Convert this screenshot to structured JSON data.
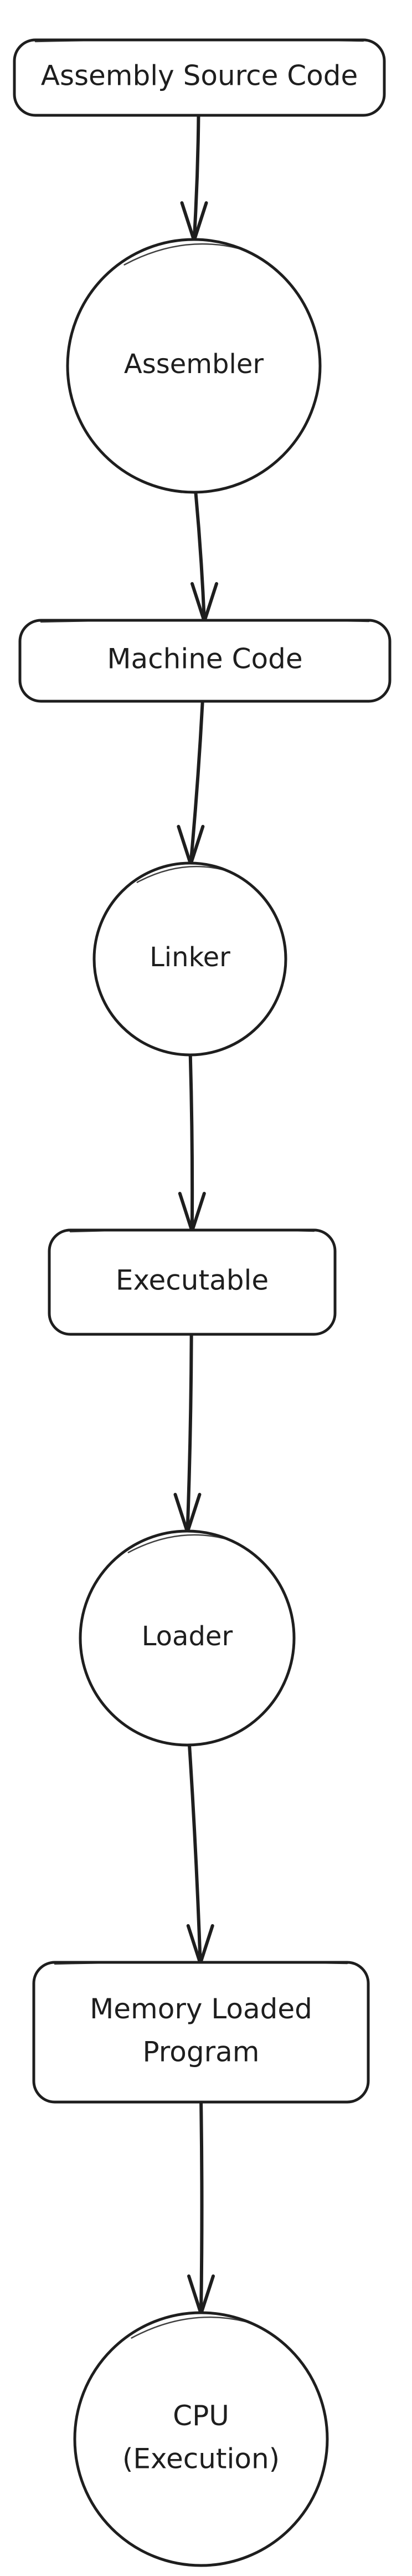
{
  "flowchart": {
    "nodes": [
      {
        "id": "assembly-source-code",
        "shape": "rounded-rectangle",
        "lines": [
          "Assembly Source Code"
        ]
      },
      {
        "id": "assembler",
        "shape": "circle",
        "lines": [
          "Assembler"
        ]
      },
      {
        "id": "machine-code",
        "shape": "rounded-rectangle",
        "lines": [
          "Machine Code"
        ]
      },
      {
        "id": "linker",
        "shape": "circle",
        "lines": [
          "Linker"
        ]
      },
      {
        "id": "executable",
        "shape": "rounded-rectangle",
        "lines": [
          "Executable"
        ]
      },
      {
        "id": "loader",
        "shape": "circle",
        "lines": [
          "Loader"
        ]
      },
      {
        "id": "memory-loaded-program",
        "shape": "rounded-rectangle",
        "lines": [
          "Memory Loaded",
          "Program"
        ]
      },
      {
        "id": "cpu",
        "shape": "circle",
        "lines": [
          "CPU",
          "(Execution)"
        ]
      }
    ],
    "edges": [
      {
        "from": "assembly-source-code",
        "to": "assembler"
      },
      {
        "from": "assembler",
        "to": "machine-code"
      },
      {
        "from": "machine-code",
        "to": "linker"
      },
      {
        "from": "linker",
        "to": "executable"
      },
      {
        "from": "executable",
        "to": "loader"
      },
      {
        "from": "loader",
        "to": "memory-loaded-program"
      },
      {
        "from": "memory-loaded-program",
        "to": "cpu"
      }
    ]
  }
}
